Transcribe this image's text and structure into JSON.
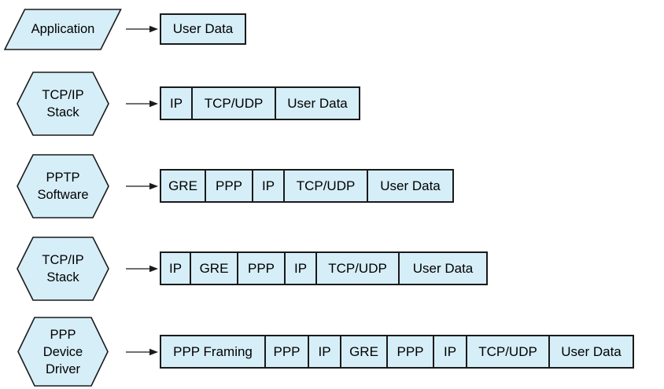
{
  "colors": {
    "fill": "#d6eef8",
    "border": "#1a1a1a",
    "text": "#000000",
    "background": "#ffffff"
  },
  "rows": [
    {
      "stage": {
        "shape": "parallelogram",
        "label_lines": [
          "Application"
        ]
      },
      "packets": [
        {
          "label": "User Data",
          "width": 110
        }
      ]
    },
    {
      "stage": {
        "shape": "hexagon",
        "label_lines": [
          "TCP/IP",
          "Stack"
        ]
      },
      "packets": [
        {
          "label": "IP",
          "width": 42
        },
        {
          "label": "TCP/UDP",
          "width": 106
        },
        {
          "label": "User Data",
          "width": 107
        }
      ]
    },
    {
      "stage": {
        "shape": "hexagon",
        "label_lines": [
          "PPTP",
          "Software"
        ]
      },
      "packets": [
        {
          "label": "GRE",
          "width": 59
        },
        {
          "label": "PPP",
          "width": 60
        },
        {
          "label": "IP",
          "width": 40
        },
        {
          "label": "TCP/UDP",
          "width": 106
        },
        {
          "label": "User Data",
          "width": 109
        }
      ]
    },
    {
      "stage": {
        "shape": "hexagon",
        "label_lines": [
          "TCP/IP",
          "Stack"
        ]
      },
      "packets": [
        {
          "label": "IP",
          "width": 40
        },
        {
          "label": "GRE",
          "width": 60
        },
        {
          "label": "PPP",
          "width": 60
        },
        {
          "label": "IP",
          "width": 40
        },
        {
          "label": "TCP/UDP",
          "width": 105
        },
        {
          "label": "User Data",
          "width": 112
        }
      ]
    },
    {
      "stage": {
        "shape": "hexagon",
        "label_lines": [
          "PPP",
          "Device",
          "Driver"
        ]
      },
      "packets": [
        {
          "label": "PPP Framing",
          "width": 135
        },
        {
          "label": "PPP",
          "width": 55
        },
        {
          "label": "IP",
          "width": 41
        },
        {
          "label": "GRE",
          "width": 59
        },
        {
          "label": "PPP",
          "width": 59
        },
        {
          "label": "IP",
          "width": 42
        },
        {
          "label": "TCP/UDP",
          "width": 105
        },
        {
          "label": "User Data",
          "width": 107
        }
      ]
    }
  ]
}
